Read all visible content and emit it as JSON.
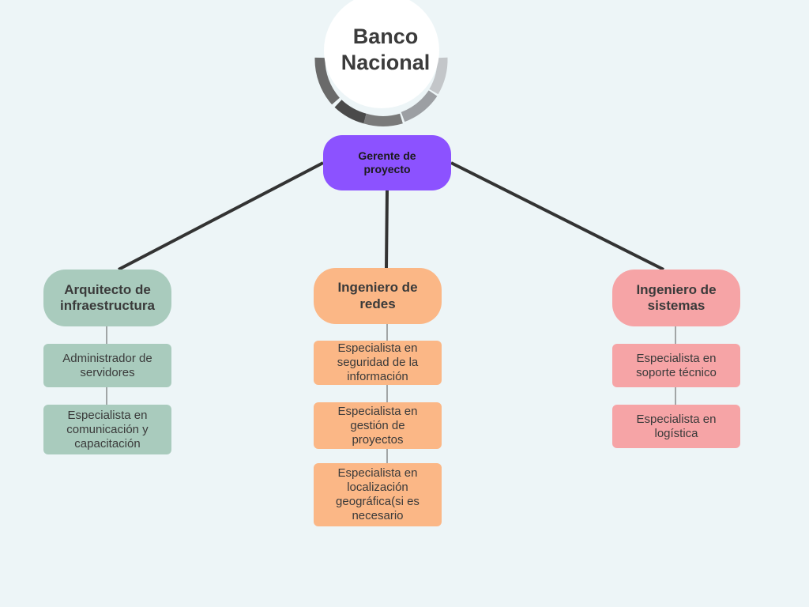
{
  "title": "Banco Nacional",
  "colors": {
    "background": "#edf5f7",
    "manager": "#8c52ff",
    "infra": "#a9cbbd",
    "network": "#fbb786",
    "systems": "#f6a4a6",
    "connector": "#333333"
  },
  "manager": {
    "label": "Gerente de proyecto"
  },
  "branches": [
    {
      "label": "Arquitecto de infraestructura",
      "children": [
        "Administrador de servidores",
        "Especialista en comunicación y capacitación"
      ]
    },
    {
      "label": "Ingeniero de redes",
      "children": [
        "Especialista en seguridad de la información",
        "Especialista en gestión de proyectos",
        "Especialista en localización geográfica(si es necesario"
      ]
    },
    {
      "label": "Ingeniero de sistemas",
      "children": [
        "Especialista en soporte técnico",
        "Especialista en logística"
      ]
    }
  ]
}
